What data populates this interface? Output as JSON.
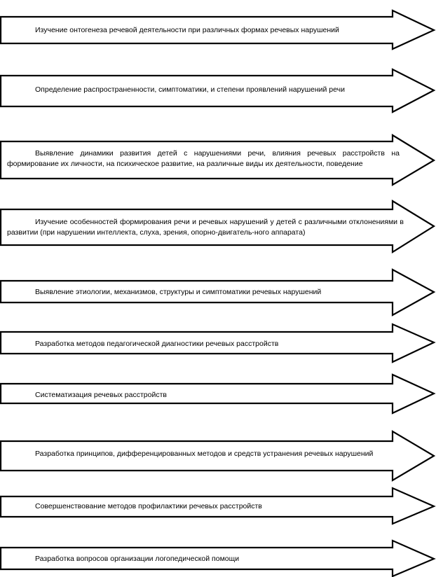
{
  "arrows": [
    {
      "text": "Изучение онтогенеза речевой деятельности при различных формах речевых нарушений"
    },
    {
      "text": "Определение распространенности, симптоматики,  и степени проявлений нарушений речи"
    },
    {
      "text": "Выявление динамики развития детей с нарушениями речи, влияния речевых расстройств на формирование их личности, на психическое развитие, на  различные виды их  деятельности, поведение"
    },
    {
      "text": "Изучение особенностей формирования речи и речевых нарушений у детей с различными отклонениями в развитии (при нарушении интеллекта, слуха, зрения, опорно-двигатель-ного аппарата)"
    },
    {
      "text": "Выявление этиологии, механизмов, структуры и симптоматики речевых нарушений"
    },
    {
      "text": "Разработка методов  педагогической диагностики речевых расстройств"
    },
    {
      "text": "Систематизация речевых расстройств"
    },
    {
      "text": "Разработка принципов, дифференцированных методов и средств устранения  речевых нарушений"
    },
    {
      "text": "Совершенствование методов профилактики речевых расстройств"
    },
    {
      "text": "Разработка вопросов организации логопедической помощи"
    }
  ]
}
